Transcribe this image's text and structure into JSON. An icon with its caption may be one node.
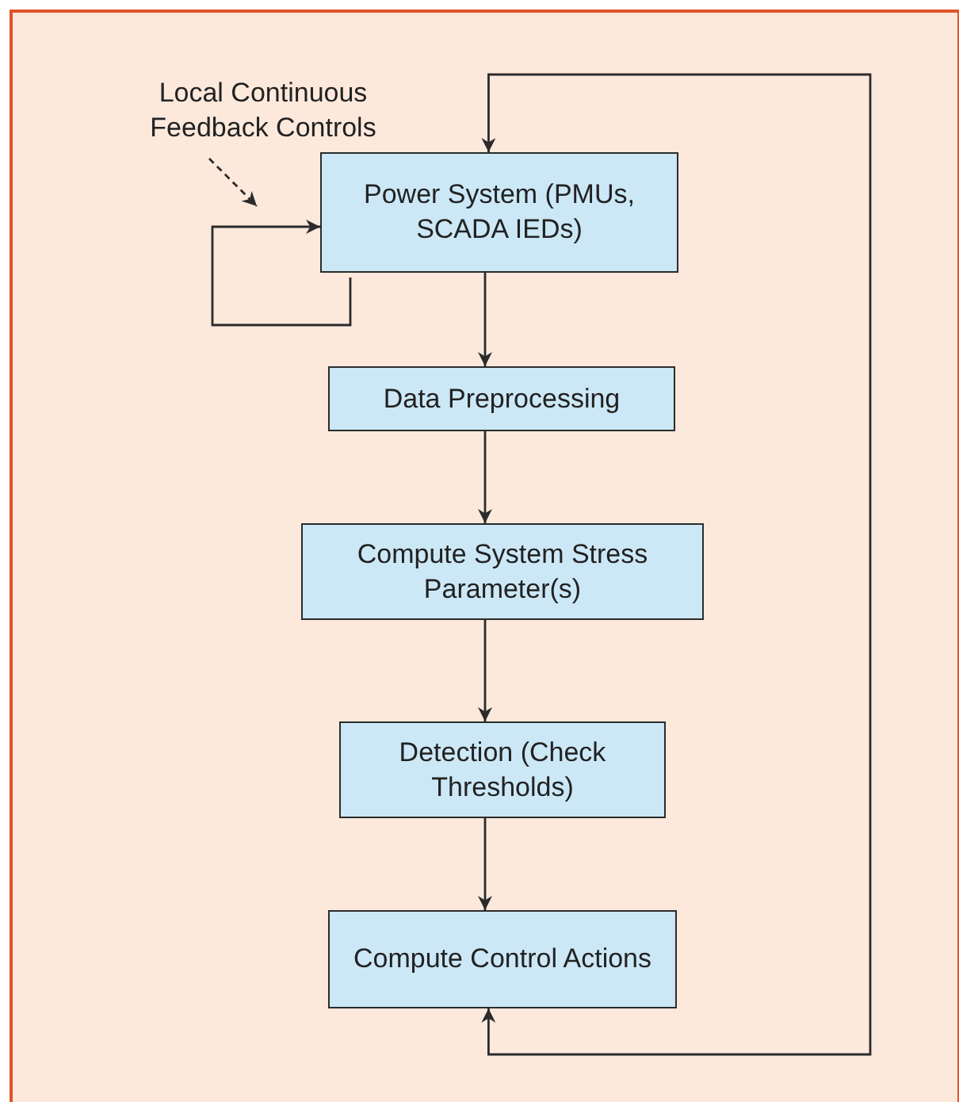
{
  "diagram": {
    "nodes": [
      {
        "text": [
          "Power System (PMUs, SCADA IEDs)"
        ]
      },
      {
        "text": [
          "Data Preprocessing"
        ]
      },
      {
        "text": [
          "Compute System Stress Parameter(s)"
        ]
      },
      {
        "text": [
          "Detection (Check Thresholds)"
        ]
      },
      {
        "text": [
          "Compute Control Actions"
        ]
      },
      {
        "text": [
          "Local Continuous Feedback Controls"
        ]
      }
    ],
    "edges": [
      {
        "from": 0,
        "to": 1,
        "arrow": "to"
      },
      {
        "from": 1,
        "to": 2,
        "arrow": "to"
      },
      {
        "from": 2,
        "to": 3,
        "arrow": "to"
      },
      {
        "from": 3,
        "to": 4,
        "arrow": "to"
      },
      {
        "from": 4,
        "to": 0,
        "arrow": "both"
      },
      {
        "from": 0,
        "to": 0,
        "arrow": "to"
      },
      {
        "from": 5,
        "to": null,
        "arrow": "to",
        "style": "dashed"
      }
    ]
  }
}
